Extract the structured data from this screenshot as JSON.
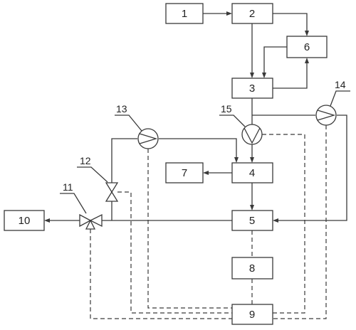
{
  "blocks": {
    "b1": "1",
    "b2": "2",
    "b3": "3",
    "b4": "4",
    "b5": "5",
    "b6": "6",
    "b7": "7",
    "b8": "8",
    "b9": "9",
    "b10": "10"
  },
  "components": {
    "c11": "11",
    "c12": "12",
    "c13": "13",
    "c14": "14",
    "c15": "15"
  },
  "icons": {
    "pump": "circle-chevron-pump-icon",
    "valve": "bowtie-valve-icon",
    "three_way_valve": "three-way-valve-icon"
  }
}
